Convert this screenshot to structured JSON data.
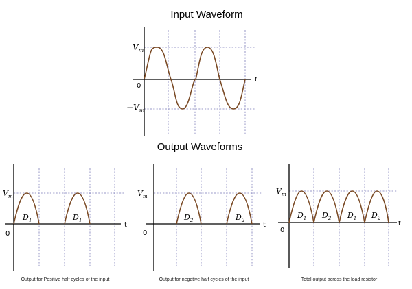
{
  "input": {
    "title": "Input Waveform",
    "vm_label": "V",
    "vm_sub": "m",
    "neg_vm_label": "−V",
    "neg_vm_sub": "m",
    "zero_label": "0",
    "t_label": "t"
  },
  "output": {
    "title": "Output Waveforms",
    "panels": [
      {
        "vm_label": "V",
        "vm_sub": "m",
        "zero_label": "0",
        "t_label": "t",
        "labels": [
          {
            "main": "D",
            "sub": "1"
          },
          {
            "main": "D",
            "sub": "1"
          }
        ],
        "caption": "Output for Positive half cycles of the input"
      },
      {
        "vm_label": "V",
        "vm_sub": "m",
        "zero_label": "0",
        "t_label": "t",
        "labels": [
          {
            "main": "D",
            "sub": "2"
          },
          {
            "main": "D",
            "sub": "2"
          }
        ],
        "caption": "Output for negative half cycles of the input"
      },
      {
        "vm_label": "V",
        "vm_sub": "m",
        "zero_label": "0",
        "t_label": "t",
        "labels": [
          {
            "main": "D",
            "sub": "1"
          },
          {
            "main": "D",
            "sub": "2"
          },
          {
            "main": "D",
            "sub": "1"
          },
          {
            "main": "D",
            "sub": "2"
          }
        ],
        "caption": "Total output across the load resistor"
      }
    ]
  },
  "colors": {
    "wave": "#7a4a25",
    "grid": "#7a7ab8",
    "axis": "#000000"
  }
}
